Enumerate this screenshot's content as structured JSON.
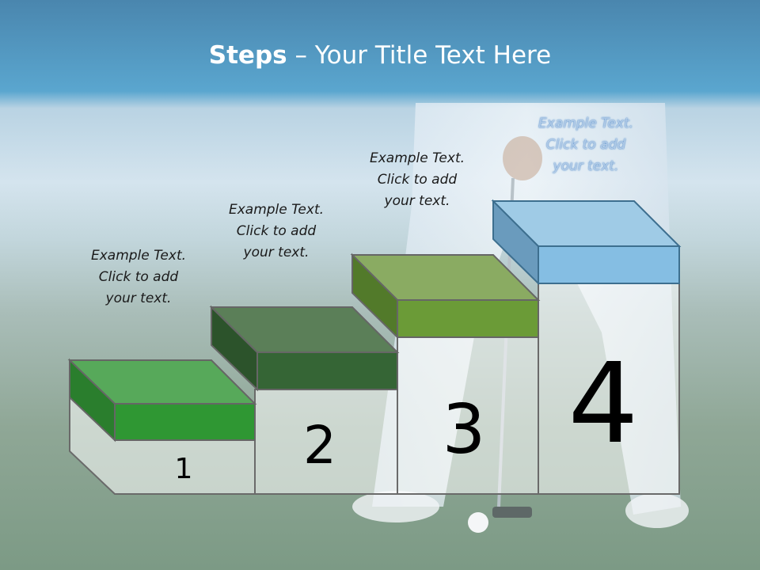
{
  "title": {
    "bold": "Steps",
    "rest": " – Your Title Text Here"
  },
  "steps": [
    {
      "number": "1",
      "caption": [
        "Example Text.",
        "Click  to add",
        "your text."
      ],
      "top_color": "#57a95a",
      "front_color": "#2f9733",
      "side_color": "#2a7e2d"
    },
    {
      "number": "2",
      "caption": [
        "Example Text.",
        "Click  to add",
        "your text."
      ],
      "top_color": "#5b7f58",
      "front_color": "#356535",
      "side_color": "#2c532b"
    },
    {
      "number": "3",
      "caption": [
        "Example Text.",
        "Click  to add",
        "your text."
      ],
      "top_color": "#8aab62",
      "front_color": "#6b9b37",
      "side_color": "#527a2a"
    },
    {
      "number": "4",
      "caption": [
        "Example Text.",
        "Click  to add",
        "your text."
      ],
      "top_color": "#9fcbe6",
      "front_color": "#85bee3",
      "side_color": "#6a9bbd"
    }
  ],
  "colors": {
    "sky_top": "#4e8db7",
    "sky_mid": "#9fc4dc",
    "grass": "#7f9a86",
    "outline": "#666666"
  }
}
